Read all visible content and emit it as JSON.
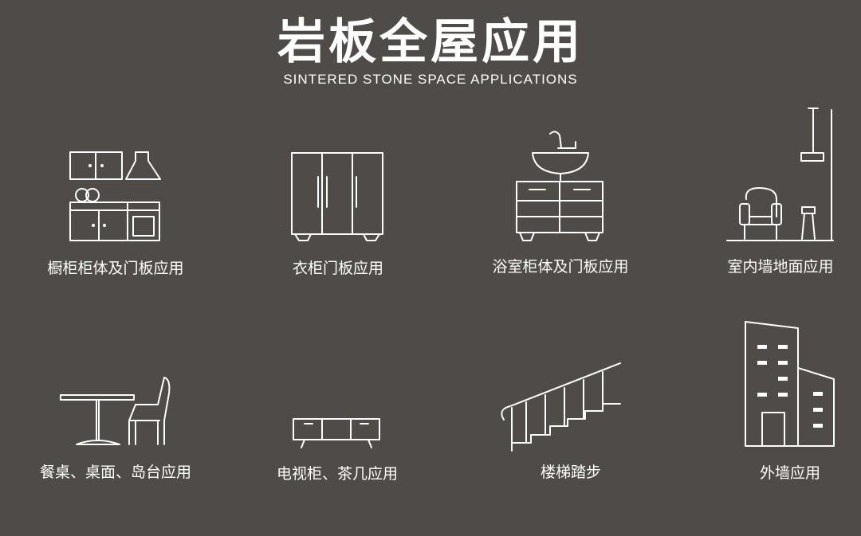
{
  "header": {
    "title": "岩板全屋应用",
    "subtitle": "SINTERED STONE SPACE APPLICATIONS"
  },
  "items": [
    {
      "label": "橱柜柜体及门板应用",
      "icon": "kitchen-cabinet-icon"
    },
    {
      "label": "衣柜门板应用",
      "icon": "wardrobe-icon"
    },
    {
      "label": "浴室柜体及门板应用",
      "icon": "bathroom-vanity-icon"
    },
    {
      "label": "室内墙地面应用",
      "icon": "interior-wall-floor-icon"
    },
    {
      "label": "餐桌、桌面、岛台应用",
      "icon": "dining-table-icon"
    },
    {
      "label": "电视柜、茶几应用",
      "icon": "tv-cabinet-icon"
    },
    {
      "label": "楼梯踏步",
      "icon": "staircase-icon"
    },
    {
      "label": "外墙应用",
      "icon": "building-exterior-icon"
    }
  ],
  "colors": {
    "background": "#4f4b48",
    "foreground": "#ffffff"
  }
}
